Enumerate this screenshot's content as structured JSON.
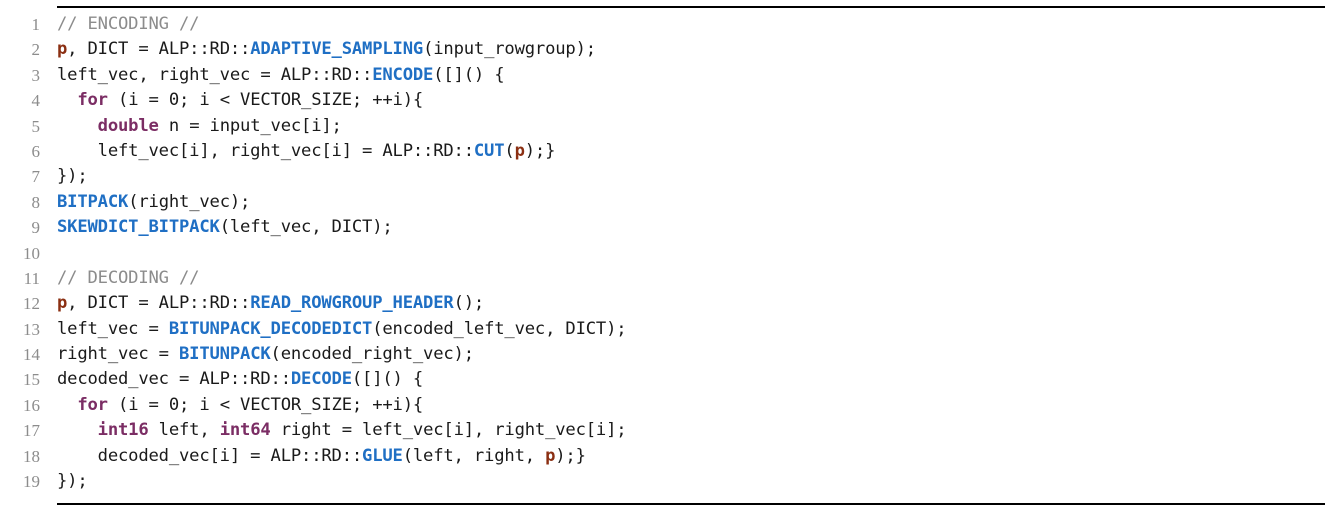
{
  "listing": {
    "language": "cpp-pseudocode",
    "colors": {
      "plain": "#1a1a1a",
      "comment": "#8C8C8C",
      "function": "#1F6FC4",
      "keyword": "#7B2D64",
      "variable": "#8B2F12",
      "lineno": "#8C8C8C",
      "rule": "#000000",
      "background": "#ffffff"
    },
    "lines": [
      {
        "number": "1",
        "tokens": [
          {
            "t": "// ENCODING //",
            "c": "comment"
          }
        ]
      },
      {
        "number": "2",
        "tokens": [
          {
            "t": "p",
            "c": "var"
          },
          {
            "t": ", DICT = ALP::RD::",
            "c": "plain"
          },
          {
            "t": "ADAPTIVE_SAMPLING",
            "c": "fn"
          },
          {
            "t": "(input_rowgroup);",
            "c": "plain"
          }
        ]
      },
      {
        "number": "3",
        "tokens": [
          {
            "t": "left_vec, right_vec = ALP::RD::",
            "c": "plain"
          },
          {
            "t": "ENCODE",
            "c": "fn"
          },
          {
            "t": "([]() {",
            "c": "plain"
          }
        ]
      },
      {
        "number": "4",
        "tokens": [
          {
            "t": "  ",
            "c": "plain"
          },
          {
            "t": "for",
            "c": "kw"
          },
          {
            "t": " (i = 0; i < VECTOR_SIZE; ++i){",
            "c": "plain"
          }
        ]
      },
      {
        "number": "5",
        "tokens": [
          {
            "t": "    ",
            "c": "plain"
          },
          {
            "t": "double",
            "c": "kw"
          },
          {
            "t": " n = input_vec[i];",
            "c": "plain"
          }
        ]
      },
      {
        "number": "6",
        "tokens": [
          {
            "t": "    left_vec[i], right_vec[i] = ALP::RD::",
            "c": "plain"
          },
          {
            "t": "CUT",
            "c": "fn"
          },
          {
            "t": "(",
            "c": "plain"
          },
          {
            "t": "p",
            "c": "var"
          },
          {
            "t": ");}",
            "c": "plain"
          }
        ]
      },
      {
        "number": "7",
        "tokens": [
          {
            "t": "});",
            "c": "plain"
          }
        ]
      },
      {
        "number": "8",
        "tokens": [
          {
            "t": "BITPACK",
            "c": "fn"
          },
          {
            "t": "(right_vec);",
            "c": "plain"
          }
        ]
      },
      {
        "number": "9",
        "tokens": [
          {
            "t": "SKEWDICT_BITPACK",
            "c": "fn"
          },
          {
            "t": "(left_vec, DICT);",
            "c": "plain"
          }
        ]
      },
      {
        "number": "10",
        "tokens": []
      },
      {
        "number": "11",
        "tokens": [
          {
            "t": "// DECODING //",
            "c": "comment"
          }
        ]
      },
      {
        "number": "12",
        "tokens": [
          {
            "t": "p",
            "c": "var"
          },
          {
            "t": ", DICT = ALP::RD::",
            "c": "plain"
          },
          {
            "t": "READ_ROWGROUP_HEADER",
            "c": "fn"
          },
          {
            "t": "();",
            "c": "plain"
          }
        ]
      },
      {
        "number": "13",
        "tokens": [
          {
            "t": "left_vec = ",
            "c": "plain"
          },
          {
            "t": "BITUNPACK_DECODEDICT",
            "c": "fn"
          },
          {
            "t": "(encoded_left_vec, DICT);",
            "c": "plain"
          }
        ]
      },
      {
        "number": "14",
        "tokens": [
          {
            "t": "right_vec = ",
            "c": "plain"
          },
          {
            "t": "BITUNPACK",
            "c": "fn"
          },
          {
            "t": "(encoded_right_vec);",
            "c": "plain"
          }
        ]
      },
      {
        "number": "15",
        "tokens": [
          {
            "t": "decoded_vec = ALP::RD::",
            "c": "plain"
          },
          {
            "t": "DECODE",
            "c": "fn"
          },
          {
            "t": "([]() {",
            "c": "plain"
          }
        ]
      },
      {
        "number": "16",
        "tokens": [
          {
            "t": "  ",
            "c": "plain"
          },
          {
            "t": "for",
            "c": "kw"
          },
          {
            "t": " (i = 0; i < VECTOR_SIZE; ++i){",
            "c": "plain"
          }
        ]
      },
      {
        "number": "17",
        "tokens": [
          {
            "t": "    ",
            "c": "plain"
          },
          {
            "t": "int16",
            "c": "kw"
          },
          {
            "t": " left, ",
            "c": "plain"
          },
          {
            "t": "int64",
            "c": "kw"
          },
          {
            "t": " right = left_vec[i], right_vec[i];",
            "c": "plain"
          }
        ]
      },
      {
        "number": "18",
        "tokens": [
          {
            "t": "    decoded_vec[i] = ALP::RD::",
            "c": "plain"
          },
          {
            "t": "GLUE",
            "c": "fn"
          },
          {
            "t": "(left, right, ",
            "c": "plain"
          },
          {
            "t": "p",
            "c": "var"
          },
          {
            "t": ");}",
            "c": "plain"
          }
        ]
      },
      {
        "number": "19",
        "tokens": [
          {
            "t": "});",
            "c": "plain"
          }
        ]
      }
    ]
  }
}
